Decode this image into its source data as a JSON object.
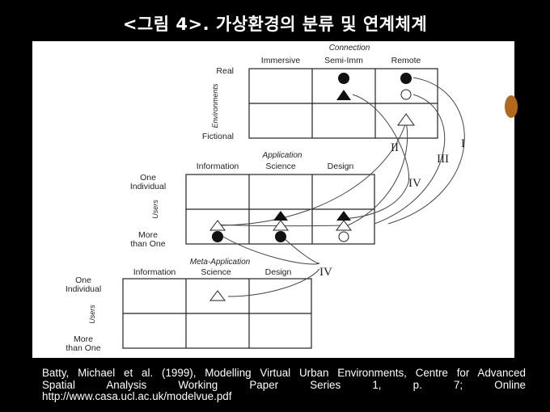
{
  "title": "<그림 4>. 가상환경의 분류 및 연계체계",
  "diagram": {
    "top": {
      "header": "Connection",
      "columns": [
        "Immersive",
        "Semi-Imm",
        "Remote"
      ],
      "row_labels": [
        "Real",
        "Fictional"
      ],
      "axis_label": "Environments"
    },
    "middle": {
      "header": "Application",
      "columns": [
        "Information",
        "Science",
        "Design"
      ],
      "row_labels": [
        "One Individual",
        "More than One"
      ],
      "row_label_lines": [
        [
          "One",
          "Individual"
        ],
        [
          "More",
          "than One"
        ]
      ],
      "axis_label": "Users"
    },
    "bottom": {
      "header": "Meta-Application",
      "columns": [
        "Information",
        "Science",
        "Design"
      ],
      "row_labels": [
        "One Individual",
        "More than One"
      ],
      "row_label_lines": [
        [
          "One",
          "Individual"
        ],
        [
          "More",
          "than One"
        ]
      ],
      "axis_label": "Users"
    },
    "roman_labels": [
      "I",
      "II",
      "III",
      "IV",
      "IV"
    ]
  },
  "citation": {
    "line1": "Batty, Michael et al. (1999), Modelling Virtual Urban Environments, Centre for Advanced",
    "line2": "Spatial Analysis Working Paper Series 1, p. 7; Online",
    "line3": "http://www.casa.ucl.ac.uk/modelvue.pdf"
  },
  "colors": {
    "background": "#000000",
    "panel": "#ffffff",
    "accent_dot": "#b4691a"
  }
}
